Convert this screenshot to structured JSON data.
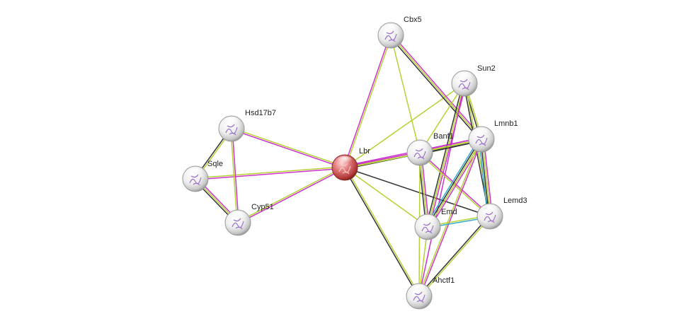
{
  "network": {
    "nodes": [
      {
        "id": "Lbr",
        "label": "Lbr",
        "query": true
      },
      {
        "id": "Cbx5",
        "label": "Cbx5"
      },
      {
        "id": "Sun2",
        "label": "Sun2"
      },
      {
        "id": "Lmnb1",
        "label": "Lmnb1"
      },
      {
        "id": "Banf1",
        "label": "Banf1"
      },
      {
        "id": "Lemd3",
        "label": "Lemd3"
      },
      {
        "id": "Emd",
        "label": "Emd"
      },
      {
        "id": "Ahctf1",
        "label": "Ahctf1"
      },
      {
        "id": "Hsd17b7",
        "label": "Hsd17b7"
      },
      {
        "id": "Sqle",
        "label": "Sqle"
      },
      {
        "id": "Cyp51",
        "label": "Cyp51"
      }
    ],
    "evidence_colors": {
      "experiments": "#cc33cc",
      "textmining": "#b5d233",
      "coexpression": "#333333",
      "database": "#33aacc"
    },
    "edges": [
      {
        "source": "Lbr",
        "target": "Cbx5",
        "evidence": [
          "experiments",
          "textmining"
        ]
      },
      {
        "source": "Lbr",
        "target": "Sun2",
        "evidence": [
          "textmining"
        ]
      },
      {
        "source": "Lbr",
        "target": "Lmnb1",
        "evidence": [
          "experiments",
          "textmining",
          "coexpression"
        ]
      },
      {
        "source": "Lbr",
        "target": "Banf1",
        "evidence": [
          "experiments",
          "textmining"
        ]
      },
      {
        "source": "Lbr",
        "target": "Lemd3",
        "evidence": [
          "coexpression"
        ]
      },
      {
        "source": "Lbr",
        "target": "Emd",
        "evidence": [
          "textmining"
        ]
      },
      {
        "source": "Lbr",
        "target": "Ahctf1",
        "evidence": [
          "textmining",
          "coexpression"
        ]
      },
      {
        "source": "Lbr",
        "target": "Hsd17b7",
        "evidence": [
          "experiments",
          "textmining"
        ]
      },
      {
        "source": "Lbr",
        "target": "Sqle",
        "evidence": [
          "experiments",
          "textmining"
        ]
      },
      {
        "source": "Lbr",
        "target": "Cyp51",
        "evidence": [
          "experiments",
          "textmining"
        ]
      },
      {
        "source": "Cbx5",
        "target": "Lmnb1",
        "evidence": [
          "experiments",
          "textmining",
          "coexpression"
        ]
      },
      {
        "source": "Cbx5",
        "target": "Banf1",
        "evidence": [
          "textmining"
        ]
      },
      {
        "source": "Sun2",
        "target": "Lmnb1",
        "evidence": [
          "textmining",
          "coexpression"
        ]
      },
      {
        "source": "Sun2",
        "target": "Banf1",
        "evidence": [
          "textmining"
        ]
      },
      {
        "source": "Sun2",
        "target": "Emd",
        "evidence": [
          "experiments",
          "textmining",
          "coexpression"
        ]
      },
      {
        "source": "Sun2",
        "target": "Lemd3",
        "evidence": [
          "textmining",
          "coexpression"
        ]
      },
      {
        "source": "Sun2",
        "target": "Ahctf1",
        "evidence": [
          "experiments"
        ]
      },
      {
        "source": "Banf1",
        "target": "Lmnb1",
        "evidence": [
          "experiments",
          "textmining",
          "coexpression"
        ]
      },
      {
        "source": "Banf1",
        "target": "Emd",
        "evidence": [
          "experiments",
          "textmining",
          "coexpression"
        ]
      },
      {
        "source": "Banf1",
        "target": "Lemd3",
        "evidence": [
          "experiments",
          "textmining"
        ]
      },
      {
        "source": "Banf1",
        "target": "Ahctf1",
        "evidence": [
          "textmining"
        ]
      },
      {
        "source": "Lmnb1",
        "target": "Emd",
        "evidence": [
          "experiments",
          "textmining",
          "coexpression",
          "database"
        ]
      },
      {
        "source": "Lmnb1",
        "target": "Lemd3",
        "evidence": [
          "experiments",
          "textmining",
          "coexpression",
          "database"
        ]
      },
      {
        "source": "Lmnb1",
        "target": "Ahctf1",
        "evidence": [
          "experiments",
          "textmining"
        ]
      },
      {
        "source": "Emd",
        "target": "Lemd3",
        "evidence": [
          "textmining",
          "database"
        ]
      },
      {
        "source": "Emd",
        "target": "Ahctf1",
        "evidence": [
          "textmining"
        ]
      },
      {
        "source": "Lemd3",
        "target": "Ahctf1",
        "evidence": [
          "textmining",
          "coexpression"
        ]
      },
      {
        "source": "Hsd17b7",
        "target": "Sqle",
        "evidence": [
          "textmining",
          "coexpression"
        ]
      },
      {
        "source": "Hsd17b7",
        "target": "Cyp51",
        "evidence": [
          "experiments",
          "textmining"
        ]
      },
      {
        "source": "Sqle",
        "target": "Cyp51",
        "evidence": [
          "experiments",
          "textmining",
          "coexpression"
        ]
      }
    ]
  }
}
